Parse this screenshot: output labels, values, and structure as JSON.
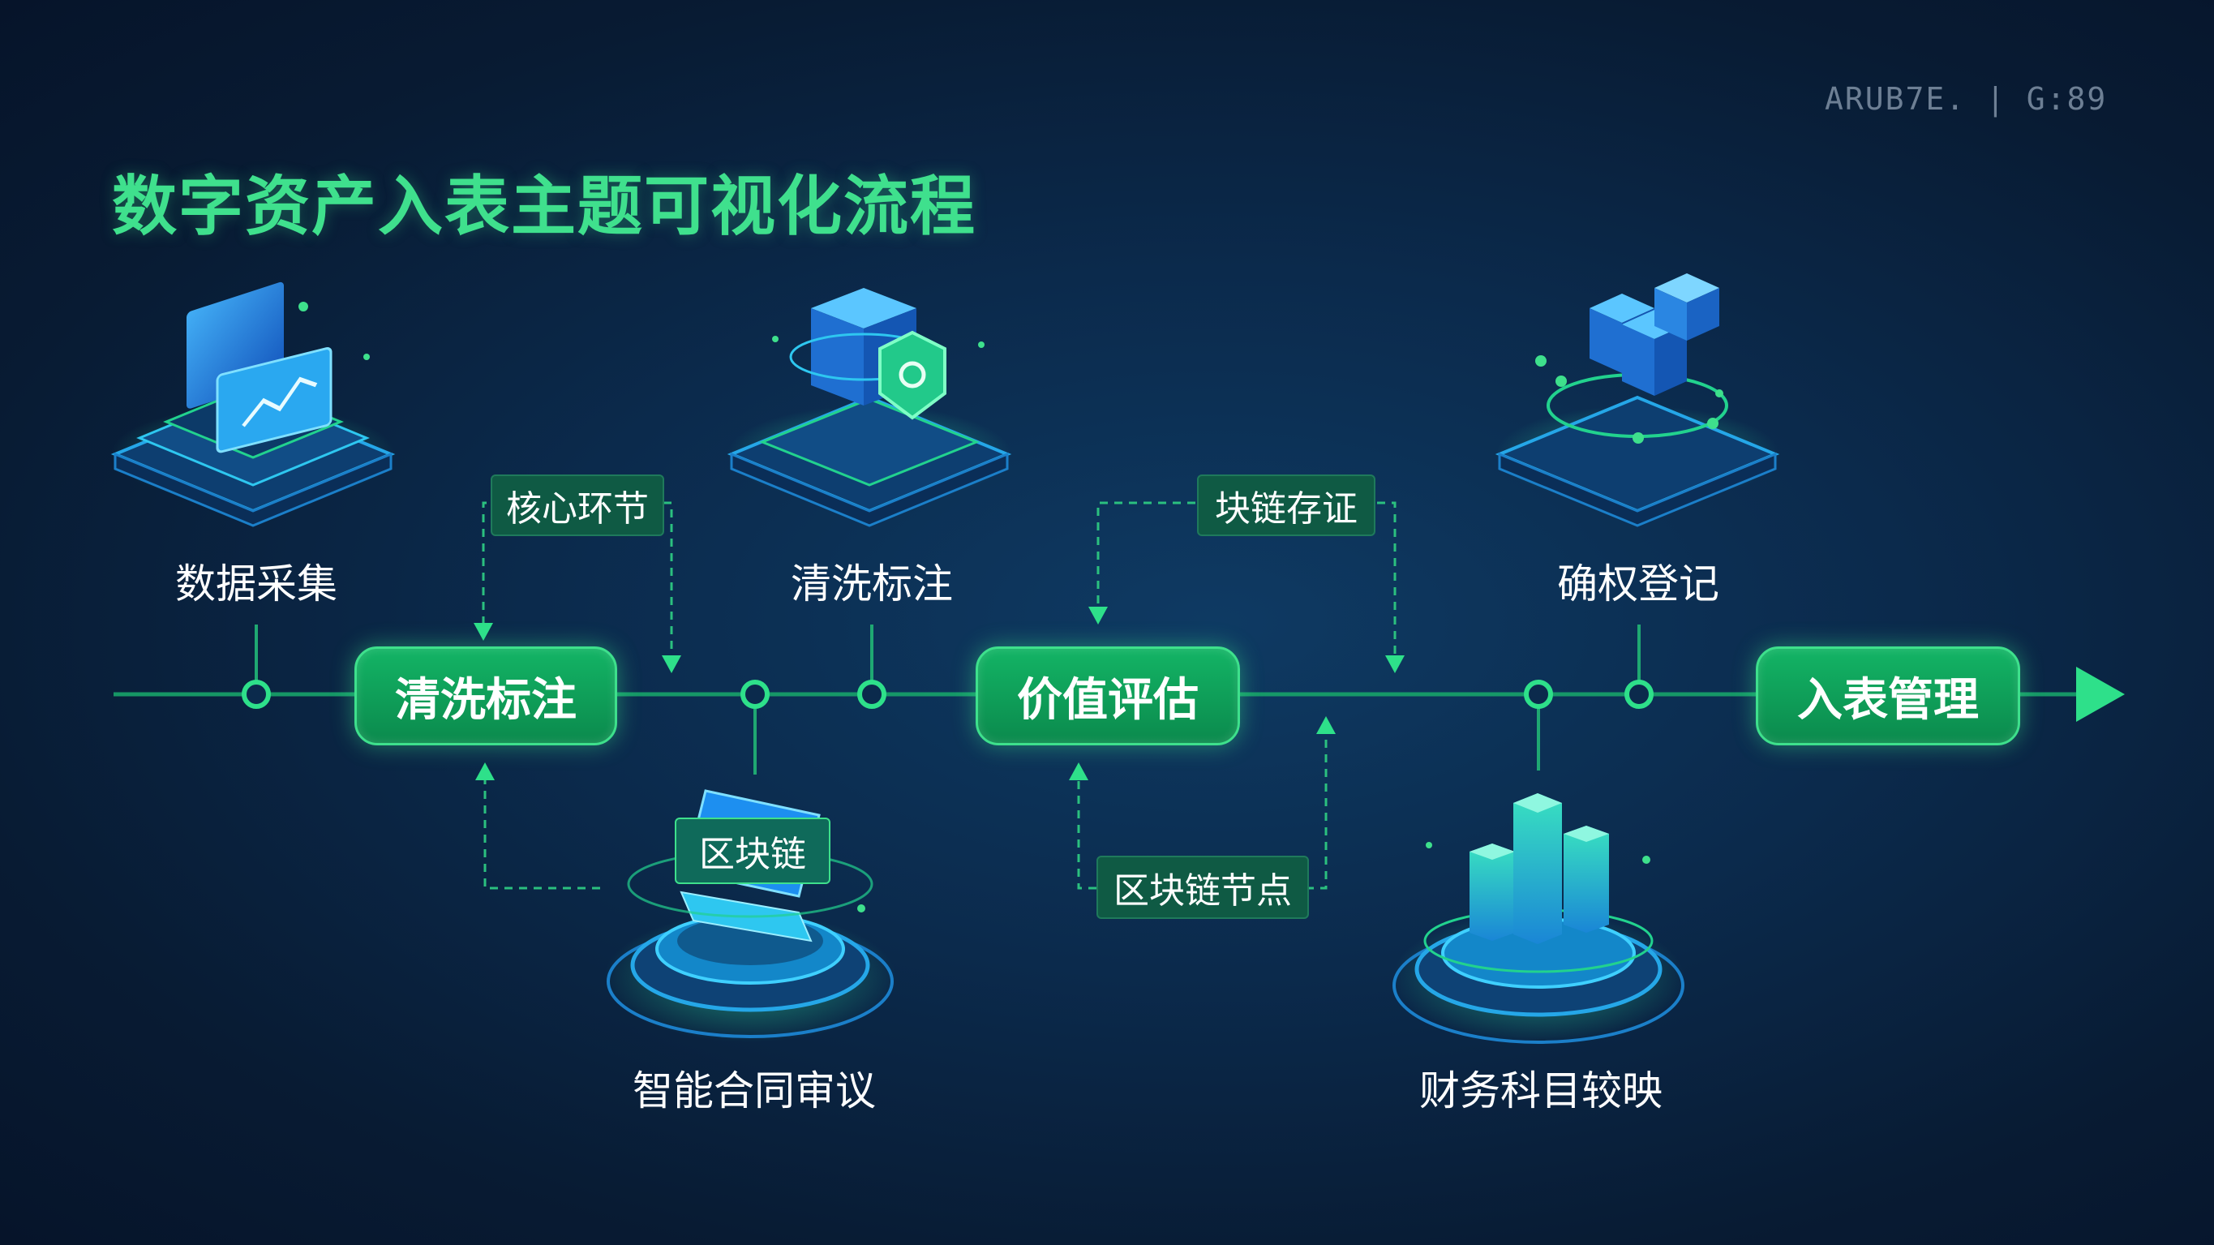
{
  "title": "数字资产入表主题可视化流程",
  "corner_text": "ARUB7E.  |  G:89",
  "pills": {
    "p1": "清洗标注",
    "p2": "价值评估",
    "p3": "入表管理"
  },
  "tags": {
    "t1": "核心环节",
    "t2": "块链存证",
    "t3": "区块链",
    "t4": "区块链节点"
  },
  "labels": {
    "l1": "数据采集",
    "l2": "清洗标注",
    "l3": "确权登记",
    "l4": "智能合同审议",
    "l5": "财务科目较映"
  },
  "icons": {
    "i1": "data-collection-dashboard-icon",
    "i2": "data-cube-shield-icon",
    "i3": "rights-cube-network-icon",
    "i4": "laptop-platform-icon",
    "i5": "bar-chart-platform-icon"
  },
  "colors": {
    "accent": "#3ee08c",
    "background": "#0b2a4c",
    "tag_bg": "#0f5a44",
    "flow_line": "#1fbf7a"
  }
}
